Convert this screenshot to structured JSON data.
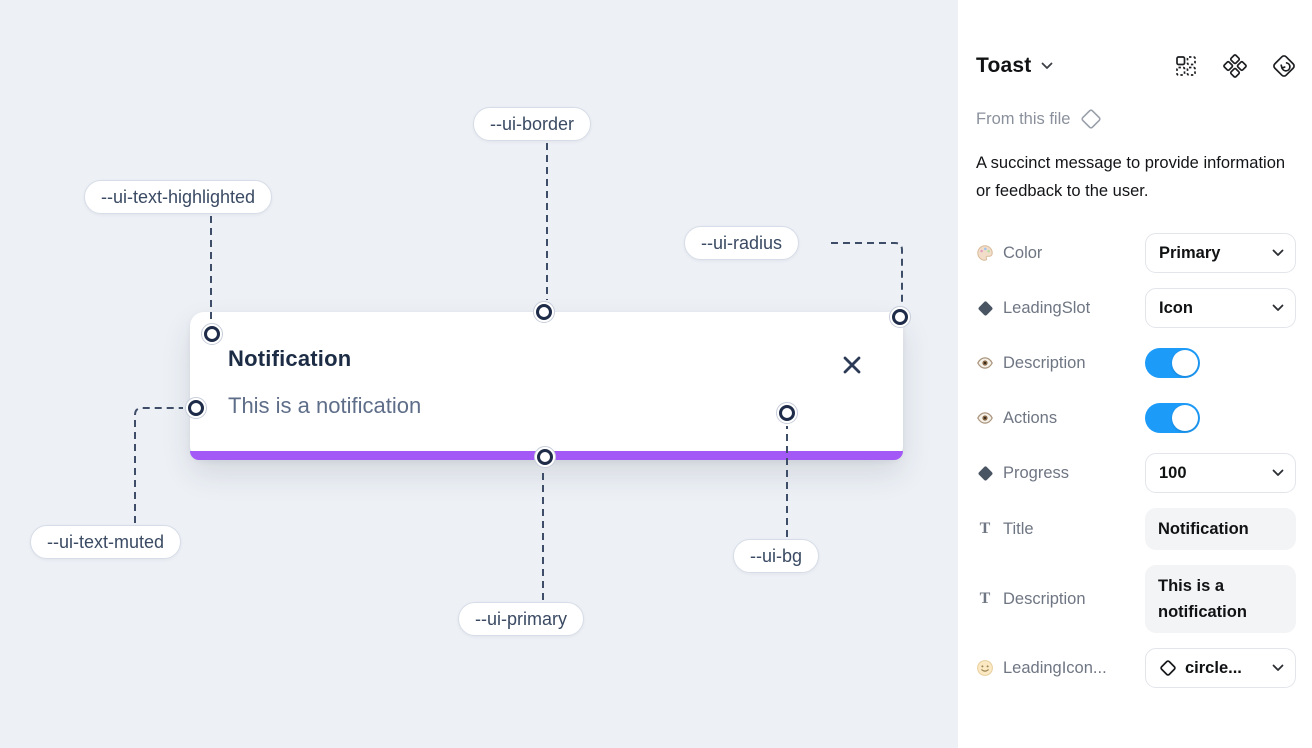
{
  "canvas": {
    "toast": {
      "title": "Notification",
      "description": "This is a notification"
    },
    "labels": {
      "border": "--ui-border",
      "text_highlighted": "--ui-text-highlighted",
      "radius": "--ui-radius",
      "text_muted": "--ui-text-muted",
      "primary": "--ui-primary",
      "bg": "--ui-bg"
    },
    "colors": {
      "canvas_background": "#edf1f6",
      "primary_bar": "#a259f5",
      "dashed_line": "#3e4d68",
      "title_text": "#1d2c45",
      "muted_text": "#5e6e89"
    }
  },
  "panel": {
    "title": "Toast",
    "source": "From this file",
    "description": "A succinct message to provide information or feedback to the user.",
    "icons": {
      "header": [
        "variants-icon",
        "component-set-icon",
        "swap-instance-icon"
      ],
      "source": "diamond-outline-icon"
    },
    "colors": {
      "toggle_on": "#1d9bf8"
    },
    "properties": [
      {
        "label": "Color",
        "icon": "palette-icon",
        "control": "select",
        "value": "Primary"
      },
      {
        "label": "LeadingSlot",
        "icon": "diamond-icon",
        "control": "select",
        "value": "Icon"
      },
      {
        "label": "Description",
        "icon": "eye-icon",
        "control": "toggle",
        "value": true
      },
      {
        "label": "Actions",
        "icon": "eye-icon",
        "control": "toggle",
        "value": true
      },
      {
        "label": "Progress",
        "icon": "diamond-icon",
        "control": "select",
        "value": "100"
      },
      {
        "label": "Title",
        "icon": "text-icon",
        "control": "text",
        "value": "Notification"
      },
      {
        "label": "Description",
        "icon": "text-icon",
        "control": "text",
        "value": "This is a notification"
      },
      {
        "label": "LeadingIcon...",
        "icon": "smiley-icon",
        "control": "select-icon",
        "value": "circle..."
      }
    ]
  }
}
